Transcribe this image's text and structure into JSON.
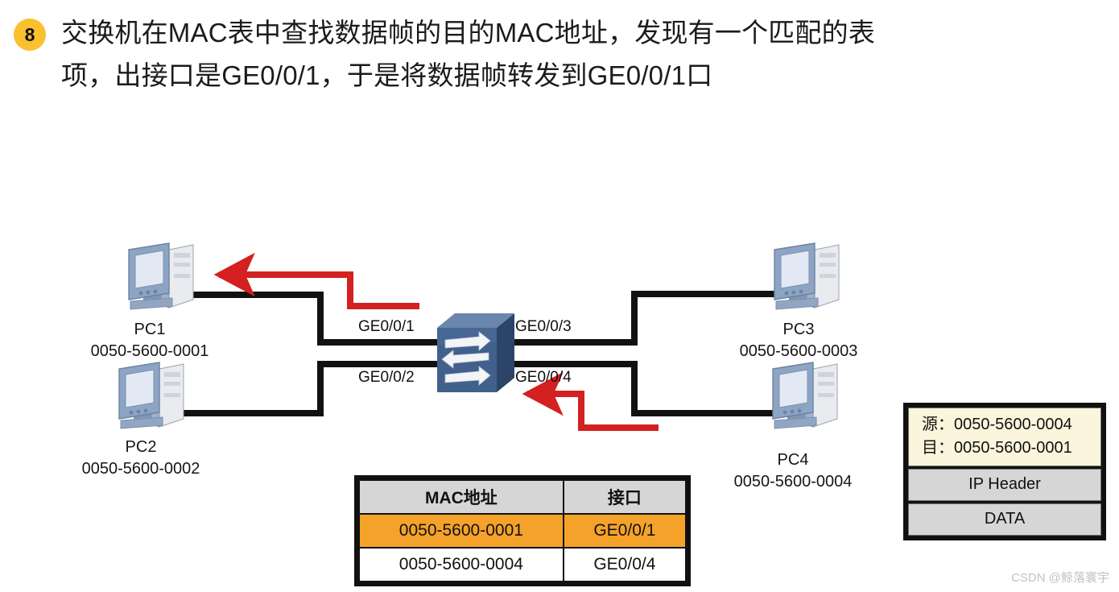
{
  "step": {
    "number": "8",
    "text": "交换机在MAC表中查找数据帧的目的MAC地址，发现有一个匹配的表项，出接口是GE0/0/1，于是将数据帧转发到GE0/0/1口"
  },
  "nodes": [
    {
      "id": "pc1",
      "name": "PC1",
      "mac": "0050-5600-0001"
    },
    {
      "id": "pc2",
      "name": "PC2",
      "mac": "0050-5600-0002"
    },
    {
      "id": "pc3",
      "name": "PC3",
      "mac": "0050-5600-0003"
    },
    {
      "id": "pc4",
      "name": "PC4",
      "mac": "0050-5600-0004"
    }
  ],
  "switch": {
    "name": "switch"
  },
  "ports": [
    {
      "id": "p1",
      "label": "GE0/0/1"
    },
    {
      "id": "p2",
      "label": "GE0/0/2"
    },
    {
      "id": "p3",
      "label": "GE0/0/3"
    },
    {
      "id": "p4",
      "label": "GE0/0/4"
    }
  ],
  "mac_table": {
    "headers": [
      "MAC地址",
      "接口"
    ],
    "rows": [
      {
        "mac": "0050-5600-0001",
        "interface": "GE0/0/1",
        "highlighted": true
      },
      {
        "mac": "0050-5600-0004",
        "interface": "GE0/0/4",
        "highlighted": false
      }
    ]
  },
  "frame": {
    "src_label": "源：",
    "src_mac": "0050-5600-0004",
    "dst_label": "目：",
    "dst_mac": "0050-5600-0001",
    "ip_header": "IP Header",
    "data": "DATA"
  },
  "colors": {
    "badge": "#FBC02D",
    "highlight_row": "#F5A22A",
    "table_header": "#D6D6D6",
    "frame_mac_bg": "#FAF5DC",
    "frame_cell_bg": "#D6D6D6",
    "cable": "#111111",
    "flow_arrow": "#D42020",
    "switch_front": "#41608C",
    "switch_side": "#2B4468"
  },
  "watermark": "CSDN @鲸落寰宇"
}
